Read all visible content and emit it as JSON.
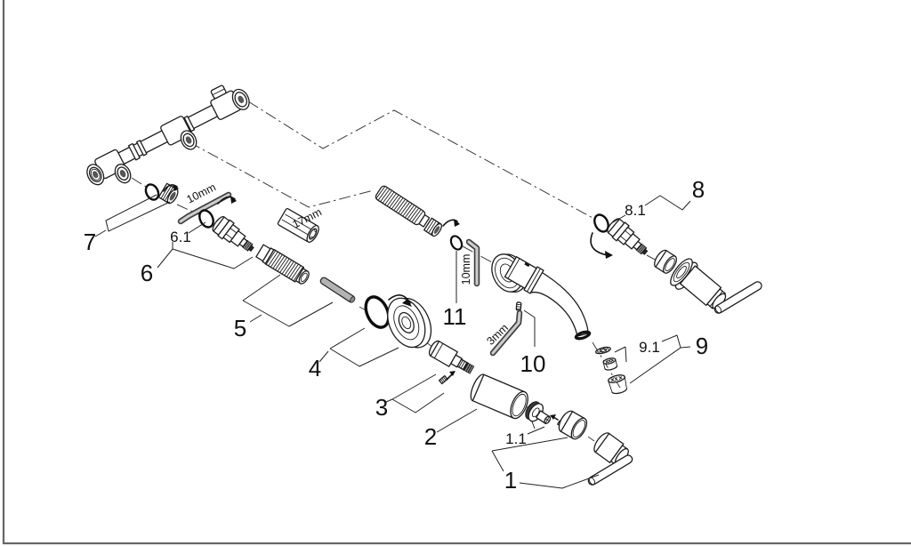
{
  "diagram": {
    "kind": "exploded-parts-diagram",
    "subject": "wall-mounted two-handle basin mixer with rough-in manifold",
    "colors": {
      "line": "#1c1c1c",
      "background": "#ffffff",
      "page_border": "#666666",
      "metal_gray": "#b3b3b3"
    },
    "labels": {
      "l1": "1",
      "l1_1": "1.1",
      "l2": "2",
      "l3": "3",
      "l4": "4",
      "l5": "5",
      "l6": "6",
      "l6_1": "6.1",
      "l7": "7",
      "l8": "8",
      "l8_1": "8.1",
      "l9": "9",
      "l9_1": "9.1",
      "l10": "10",
      "l11": "11"
    },
    "dimensions": {
      "hex_key_top": "10mm",
      "socket_tool": "17mm",
      "hex_key_mid": "10mm",
      "hex_key_small": "3mm"
    }
  }
}
